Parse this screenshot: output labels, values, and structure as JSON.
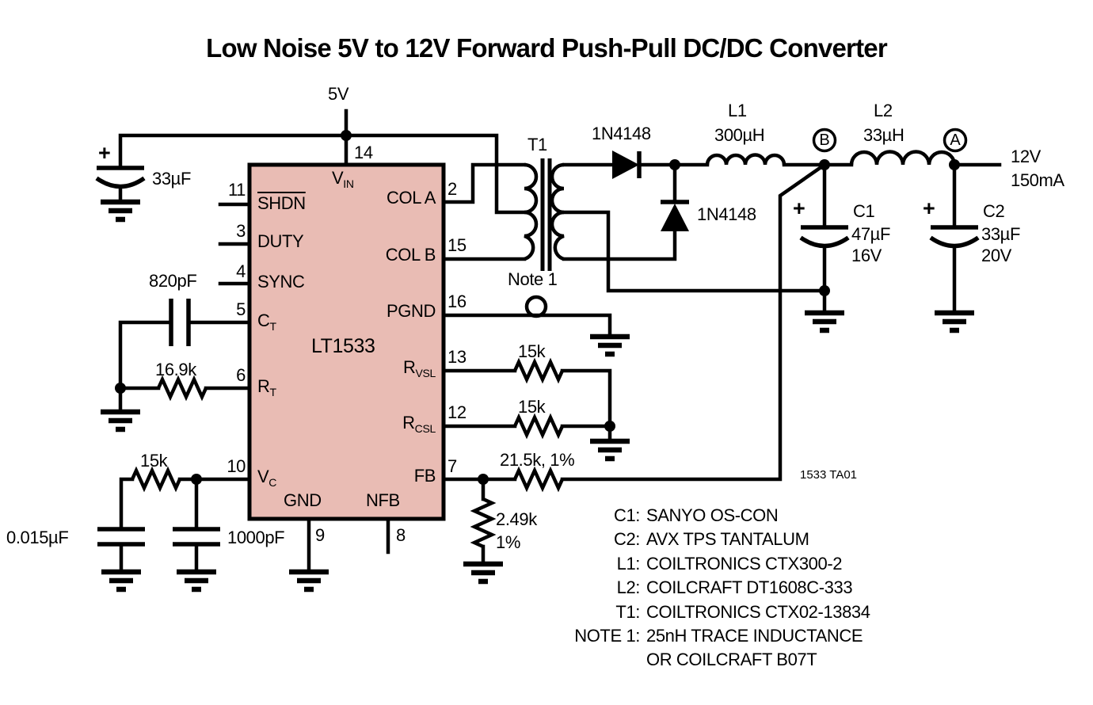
{
  "title": "Low Noise 5V to 12V Forward Push-Pull DC/DC Converter",
  "figure_id": "1533 TA01",
  "power": {
    "input": "5V",
    "output_voltage": "12V",
    "output_current": "150mA"
  },
  "ic": {
    "name": "LT1533",
    "pins": {
      "n2": "2",
      "n3": "3",
      "n4": "4",
      "n5": "5",
      "n6": "6",
      "n7": "7",
      "n8": "8",
      "n9": "9",
      "n10": "10",
      "n11": "11",
      "n12": "12",
      "n13": "13",
      "n14": "14",
      "n15": "15",
      "n16": "16"
    },
    "labels": {
      "shdn": "SHDN",
      "duty": "DUTY",
      "sync": "SYNC",
      "vin_m": "V",
      "vin_s": "IN",
      "ct_m": "C",
      "ct_s": "T",
      "rt_m": "R",
      "rt_s": "T",
      "vc_m": "V",
      "vc_s": "C",
      "rvsl_m": "R",
      "rvsl_s": "VSL",
      "rcsl_m": "R",
      "rcsl_s": "CSL",
      "cola": "COL A",
      "colb": "COL B",
      "pgnd": "PGND",
      "fb": "FB",
      "gnd": "GND",
      "nfb": "NFB"
    }
  },
  "components": {
    "input_cap_polarity": "+",
    "input_cap_value": "33µF",
    "ct_cap": "820pF",
    "rt_res": "16.9k",
    "vc_res": "15k",
    "vc_cap1": "0.015µF",
    "vc_cap2": "1000pF",
    "rvsl_res": "15k",
    "rcsl_res": "15k",
    "fb_res_top": "21.5k, 1%",
    "fb_res_bot": "2.49k",
    "fb_res_bot_tol": "1%",
    "transformer": "T1",
    "note1": "Note 1",
    "d1": "1N4148",
    "d2": "1N4148",
    "l1_name": "L1",
    "l1_value": "300µH",
    "l2_name": "L2",
    "l2_value": "33µH",
    "c1_polarity": "+",
    "c1_name": "C1",
    "c1_value": "47µF",
    "c1_rating": "16V",
    "c2_polarity": "+",
    "c2_name": "C2",
    "c2_value": "33µF",
    "c2_rating": "20V",
    "node_b": "B",
    "node_a": "A"
  },
  "notes": {
    "rows": [
      {
        "label": "C1:",
        "value": "SANYO OS-CON"
      },
      {
        "label": "C2:",
        "value": "AVX TPS TANTALUM"
      },
      {
        "label": "L1:",
        "value": "COILTRONICS CTX300-2"
      },
      {
        "label": "L2:",
        "value": "COILCRAFT DT1608C-333"
      },
      {
        "label": "T1:",
        "value": "COILTRONICS CTX02-13834"
      },
      {
        "label": "NOTE 1:",
        "value": "25nH TRACE INDUCTANCE"
      }
    ],
    "continuation": "OR COILCRAFT B07T"
  },
  "colors": {
    "ic_fill": "#e9bcb4",
    "line": "#000000",
    "background": "#ffffff"
  }
}
